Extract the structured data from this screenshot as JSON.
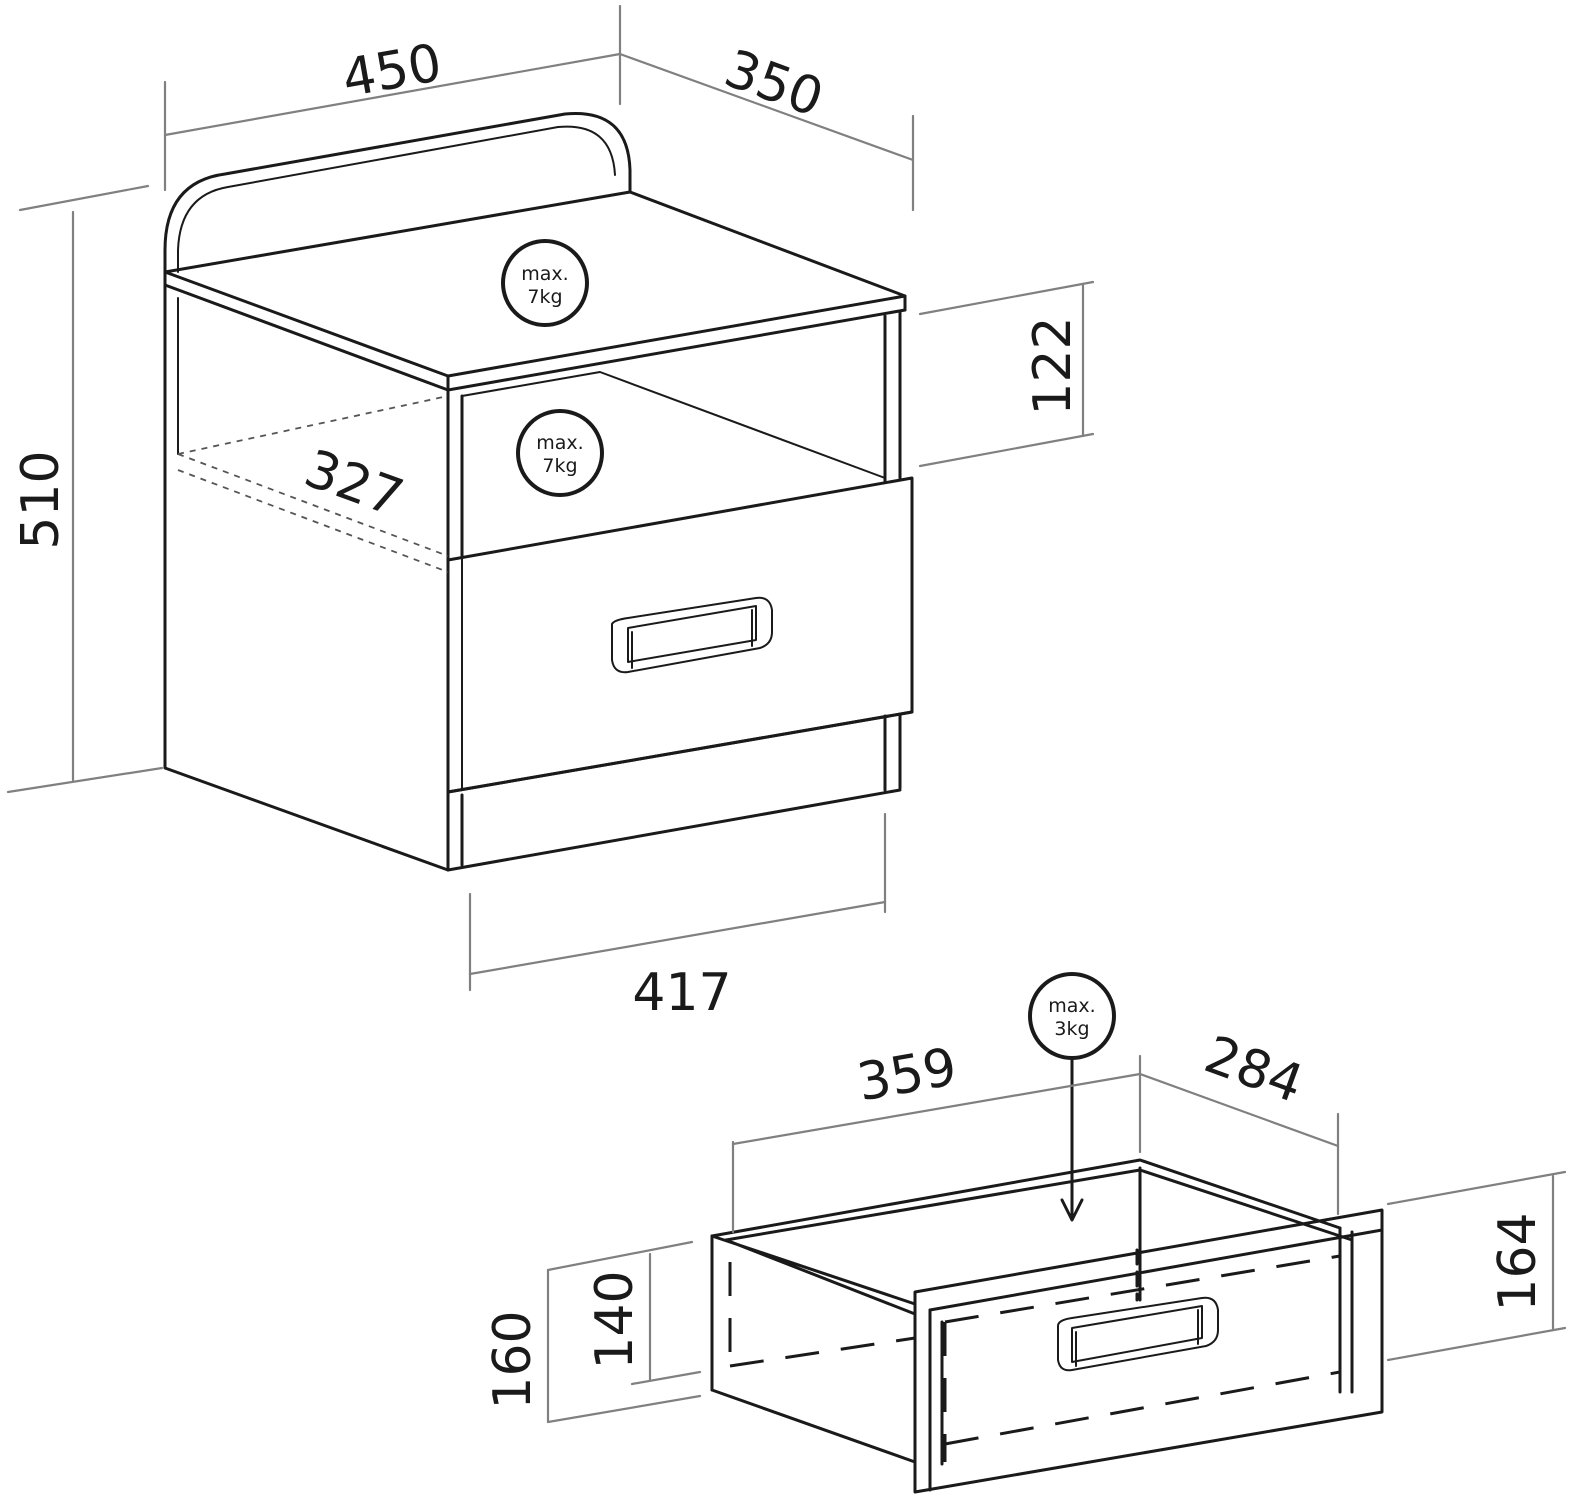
{
  "dimensions": {
    "width_top": "450",
    "depth_top": "350",
    "height_total": "510",
    "shelf_height": "122",
    "shelf_depth": "327",
    "base_width": "417",
    "drawer_width": "359",
    "drawer_depth": "284",
    "drawer_front_height": "164",
    "drawer_side_height": "160",
    "drawer_inner_height": "140"
  },
  "load_badges": {
    "top": {
      "line1": "max.",
      "line2": "7kg"
    },
    "shelf": {
      "line1": "max.",
      "line2": "7kg"
    },
    "drawer": {
      "line1": "max.",
      "line2": "3kg"
    }
  }
}
